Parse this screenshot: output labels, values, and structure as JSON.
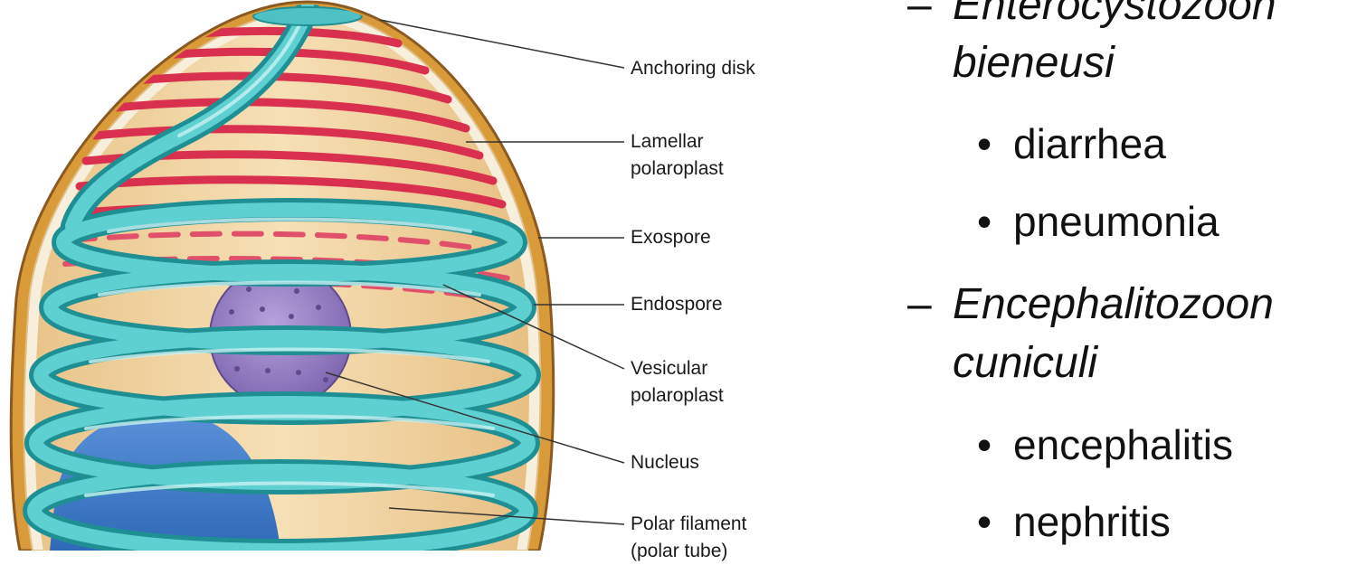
{
  "diagram": {
    "labels": {
      "anchoring_disk": "Anchoring disk",
      "lamellar_line1": "Lamellar",
      "lamellar_line2": "polaroplast",
      "exospore": "Exospore",
      "endospore": "Endospore",
      "vesicular_line1": "Vesicular",
      "vesicular_line2": "polaroplast",
      "nucleus": "Nucleus",
      "polar_filament_line1": "Polar filament",
      "polar_filament_line2": "(polar tube)"
    },
    "colors": {
      "wall": "#d99a3a",
      "cytoplasm": "#f2d6a4",
      "polar_filament": "#4fc0c4",
      "polaroplast": "#d8304e",
      "nucleus": "#9c86c6",
      "posterior_vacuole": "#3a78c8"
    }
  },
  "slide": {
    "item1_dash": "–",
    "item1_name_line1": "Enterocystozoon",
    "item1_name_line2": "bieneusi",
    "item1_bullets": [
      "diarrhea",
      "pneumonia"
    ],
    "item2_dash": "–",
    "item2_name_line1": "Encephalitozoon",
    "item2_name_line2": "cuniculi",
    "item2_bullets": [
      "encephalitis",
      "nephritis"
    ],
    "bullet_char": "•"
  }
}
